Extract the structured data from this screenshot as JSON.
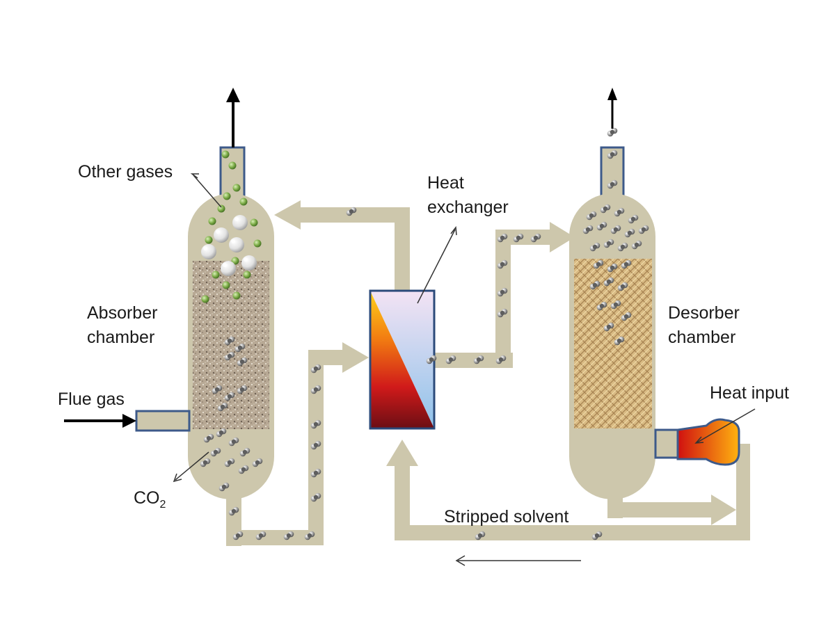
{
  "labels": {
    "other_gases": "Other gases",
    "heat_exchanger": [
      "Heat",
      "exchanger"
    ],
    "absorber_chamber": [
      "Absorber",
      "chamber"
    ],
    "desorber_chamber": [
      "Desorber",
      "chamber"
    ],
    "flue_gas": "Flue gas",
    "heat_input": "Heat input",
    "co2_main": "CO",
    "co2_sub": "2",
    "stripped_solvent": "Stripped solvent"
  },
  "colors": {
    "pipe": "#cdc7ac",
    "vessel_outline": "#3d5a8a",
    "absorber_packing": "#b9aa97",
    "desorber_packing": "#d9bb84",
    "arrow": "#000000",
    "hot": "#c0141c",
    "warm": "#f5a00a",
    "cool": "#a8cfee",
    "cold": "#f1e6f5"
  },
  "icons": [
    "co2-molecule-icon",
    "other-gas-molecule-icon",
    "flow-arrow-icon",
    "heater-icon"
  ]
}
